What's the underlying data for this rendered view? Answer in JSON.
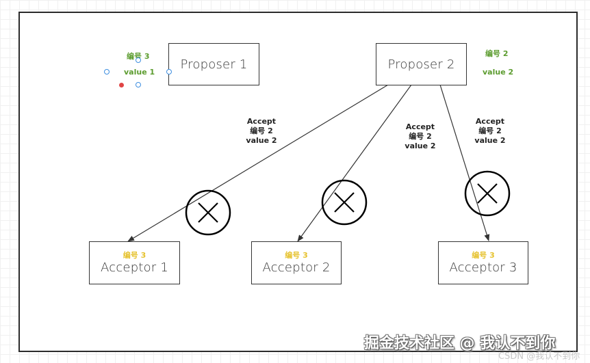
{
  "proposers": [
    {
      "label": "Proposer 1",
      "number_note": "编号 3",
      "value_note": "value 1"
    },
    {
      "label": "Proposer 2",
      "number_note": "编号 2",
      "value_note": "value 2"
    }
  ],
  "acceptors": [
    {
      "label": "Acceptor 1",
      "number_note": "编号 3"
    },
    {
      "label": "Acceptor 2",
      "number_note": "编号 3"
    },
    {
      "label": "Acceptor 3",
      "number_note": "编号 3"
    }
  ],
  "edges": [
    {
      "from": "Proposer 2",
      "to": "Acceptor 1",
      "lines": [
        "Accept",
        "编号 2",
        "value 2"
      ],
      "rejected": true
    },
    {
      "from": "Proposer 2",
      "to": "Acceptor 2",
      "lines": [
        "Accept",
        "编号 2",
        "value 2"
      ],
      "rejected": true
    },
    {
      "from": "Proposer 2",
      "to": "Acceptor 3",
      "lines": [
        "Accept",
        "编号 2",
        "value 2"
      ],
      "rejected": true
    }
  ],
  "colors": {
    "note_green": "#5c9c2f",
    "note_yellow": "#e6c22e",
    "selection_handle": "#3d8ee0"
  },
  "watermark": {
    "main": "掘金技术社区 @ 我认不到你",
    "secondary": "CSDN @我认不到你"
  }
}
